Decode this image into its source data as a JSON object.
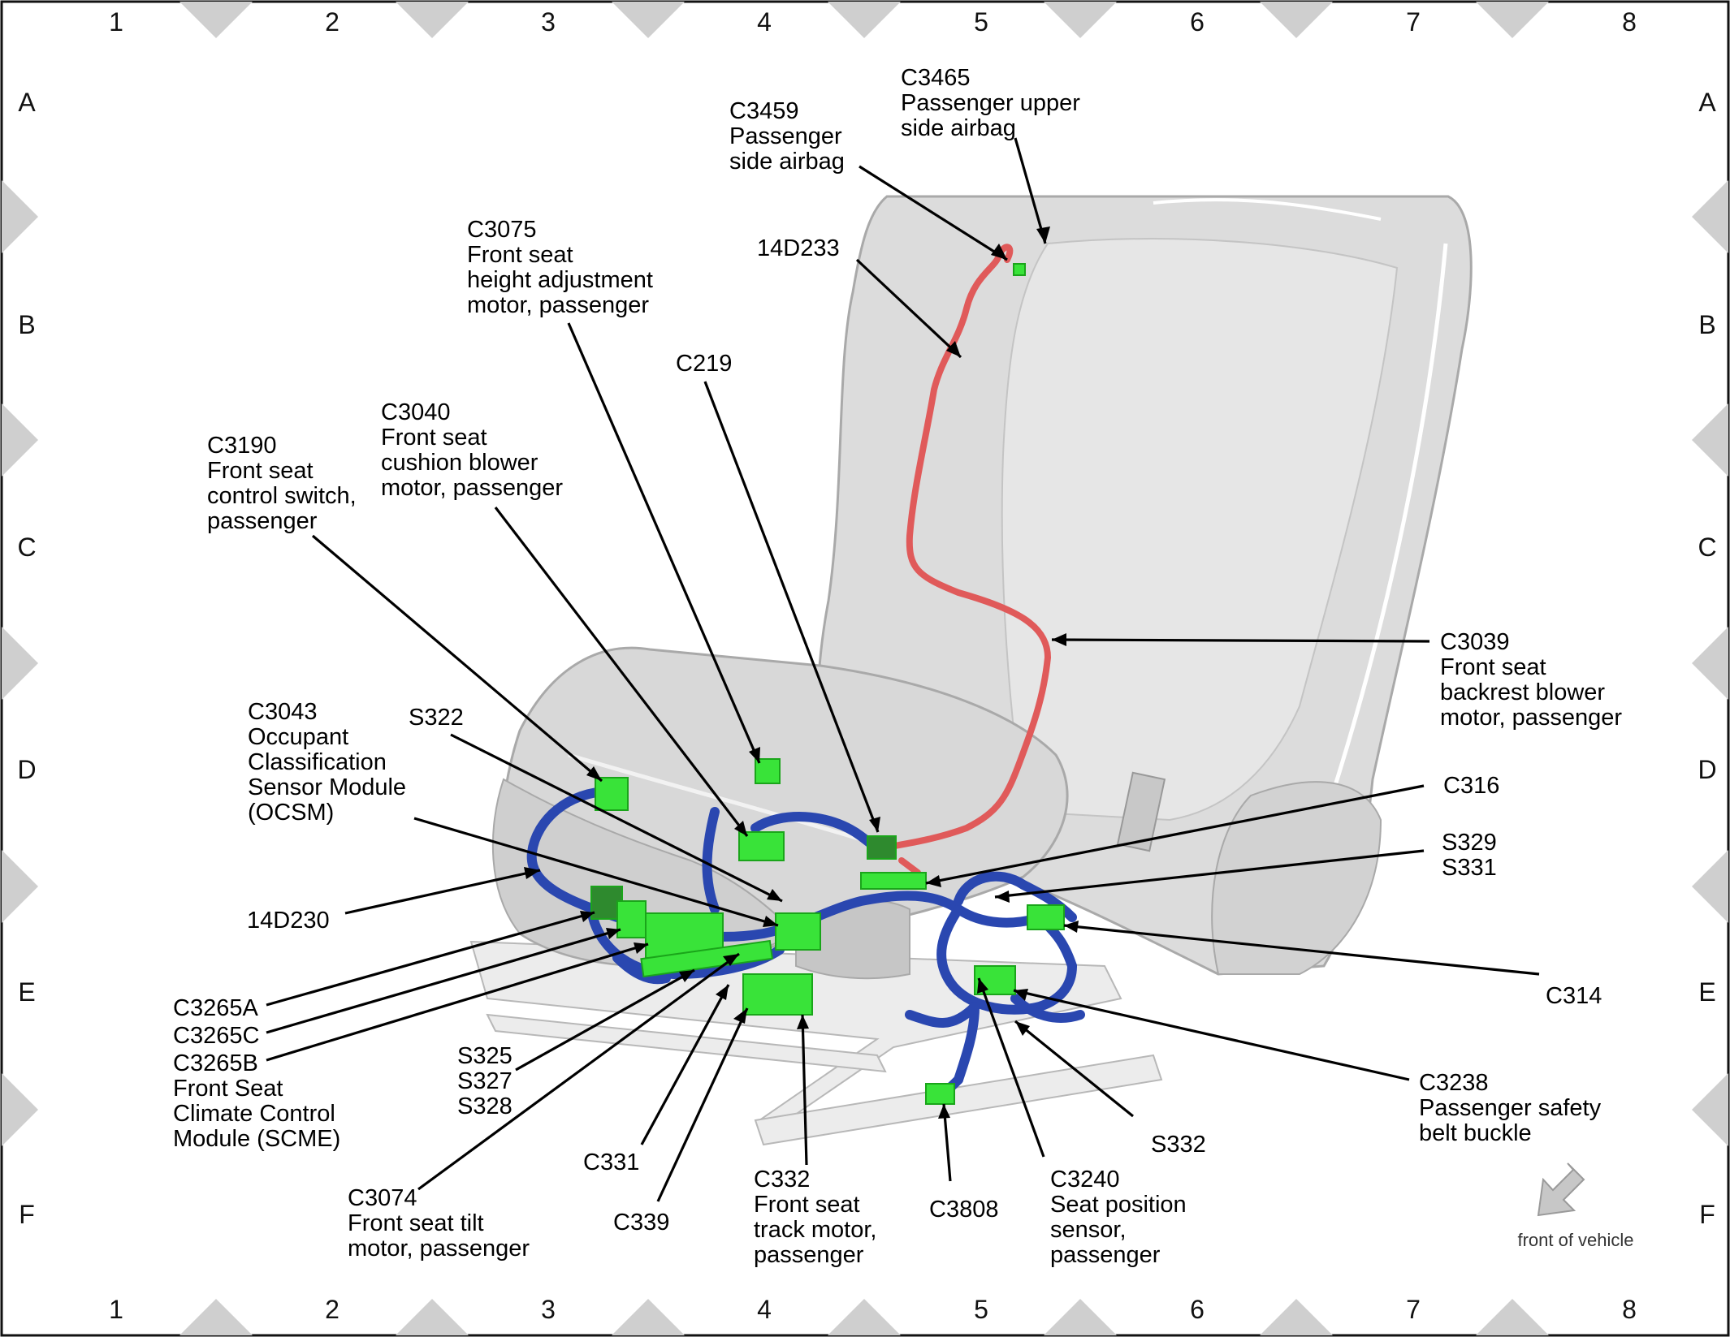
{
  "grid": {
    "columns": [
      "1",
      "2",
      "3",
      "4",
      "5",
      "6",
      "7",
      "8"
    ],
    "rows": [
      "A",
      "B",
      "C",
      "D",
      "E",
      "F"
    ]
  },
  "colors": {
    "harness_blue": "#2a47b0",
    "harness_red": "#e05a5a",
    "connector_green": "#39e339",
    "seat_gray": "#d9d9d9",
    "border_marker": "#cfcfcf"
  },
  "callouts": {
    "c3465": [
      "C3465",
      "Passenger upper",
      "side airbag"
    ],
    "c3459": [
      "C3459",
      "Passenger",
      "side airbag"
    ],
    "h14d233": [
      "14D233"
    ],
    "c3075": [
      "C3075",
      "Front seat",
      "height adjustment",
      "motor, passenger"
    ],
    "c219": [
      "C219"
    ],
    "c3040": [
      "C3040",
      "Front seat",
      "cushion blower",
      "motor, passenger"
    ],
    "c3190": [
      "C3190",
      "Front seat",
      "control switch,",
      "passenger"
    ],
    "c3039": [
      "C3039",
      "Front seat",
      "backrest blower",
      "motor, passenger"
    ],
    "c3043": [
      "C3043",
      "Occupant",
      "Classification",
      "Sensor Module",
      "(OCSM)"
    ],
    "s322": [
      "S322"
    ],
    "c316": [
      "C316"
    ],
    "s329": [
      "S329",
      "S331"
    ],
    "h14d230": [
      "14D230"
    ],
    "c314": [
      "C314"
    ],
    "c3265": [
      "C3265A",
      "C3265C",
      "C3265B",
      "Front Seat",
      "Climate Control",
      "Module (SCME)"
    ],
    "s325": [
      "S325",
      "S327",
      "S328"
    ],
    "c3238": [
      "C3238",
      "Passenger safety",
      "belt buckle"
    ],
    "s332": [
      "S332"
    ],
    "c331": [
      "C331"
    ],
    "c3074": [
      "C3074",
      "Front seat tilt",
      "motor, passenger"
    ],
    "c339": [
      "C339"
    ],
    "c332": [
      "C332",
      "Front seat",
      "track motor,",
      "passenger"
    ],
    "c3808": [
      "C3808"
    ],
    "c3240": [
      "C3240",
      "Seat position",
      "sensor,",
      "passenger"
    ]
  },
  "orientation": {
    "label": "front of vehicle",
    "icon": "arrow-down-left-icon"
  }
}
